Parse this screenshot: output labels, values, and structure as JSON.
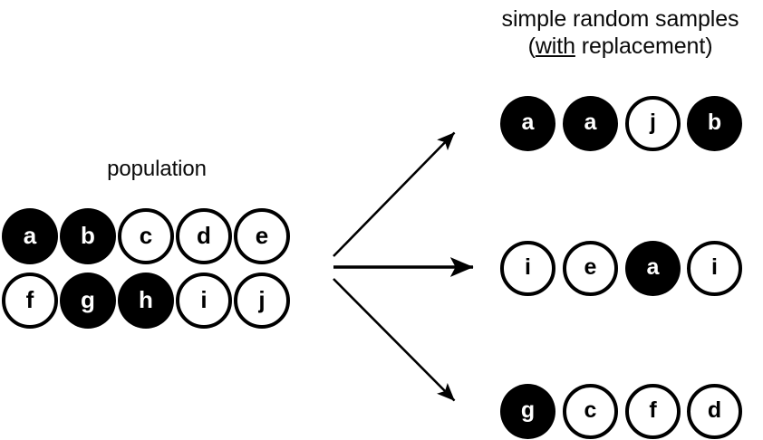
{
  "title": {
    "line1": "simple random samples",
    "line2_open": "(",
    "line2_underlined": "with",
    "line2_rest": " replacement)"
  },
  "population": {
    "label": "population",
    "rows": [
      [
        {
          "letter": "a",
          "fill": "filled"
        },
        {
          "letter": "b",
          "fill": "filled"
        },
        {
          "letter": "c",
          "fill": "open"
        },
        {
          "letter": "d",
          "fill": "open"
        },
        {
          "letter": "e",
          "fill": "open"
        }
      ],
      [
        {
          "letter": "f",
          "fill": "open"
        },
        {
          "letter": "g",
          "fill": "filled"
        },
        {
          "letter": "h",
          "fill": "filled"
        },
        {
          "letter": "i",
          "fill": "open"
        },
        {
          "letter": "j",
          "fill": "open"
        }
      ]
    ]
  },
  "samples": [
    {
      "name": "sample-1",
      "items": [
        {
          "letter": "a",
          "fill": "filled"
        },
        {
          "letter": "a",
          "fill": "filled"
        },
        {
          "letter": "j",
          "fill": "open"
        },
        {
          "letter": "b",
          "fill": "filled"
        }
      ]
    },
    {
      "name": "sample-2",
      "items": [
        {
          "letter": "i",
          "fill": "open"
        },
        {
          "letter": "e",
          "fill": "open"
        },
        {
          "letter": "a",
          "fill": "filled"
        },
        {
          "letter": "i",
          "fill": "open"
        }
      ]
    },
    {
      "name": "sample-3",
      "items": [
        {
          "letter": "g",
          "fill": "filled"
        },
        {
          "letter": "c",
          "fill": "open"
        },
        {
          "letter": "f",
          "fill": "open"
        },
        {
          "letter": "d",
          "fill": "open"
        }
      ]
    }
  ],
  "arrows": [
    {
      "name": "arrow-to-sample-1",
      "direction": "up-right"
    },
    {
      "name": "arrow-to-sample-2",
      "direction": "right"
    },
    {
      "name": "arrow-to-sample-3",
      "direction": "down-right"
    }
  ],
  "colors": {
    "ink": "#000000",
    "paper": "#ffffff"
  },
  "layout": {
    "population_columns_x": [
      2,
      66,
      130,
      194,
      258
    ],
    "population_rows_y": [
      230,
      301
    ],
    "sample_columns_x": [
      552,
      621,
      690,
      758
    ],
    "sample_rows_y": [
      106,
      266,
      424
    ]
  }
}
